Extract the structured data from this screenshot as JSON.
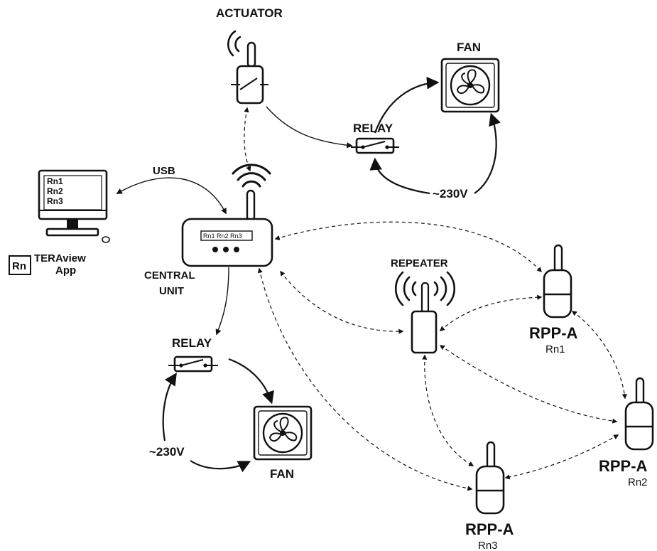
{
  "colors": {
    "ink": "#111111",
    "background": "#ffffff"
  },
  "labels": {
    "actuator": "ACTUATOR",
    "fan_top": "FAN",
    "relay_top": "RELAY",
    "voltage_top": "~230V",
    "usb": "USB",
    "central_unit_line1": "CENTRAL",
    "central_unit_line2": "UNIT",
    "app_line1": "TERAview",
    "app_line2": "App",
    "app_logo": "Rn",
    "repeater": "REPEATER",
    "relay_bottom": "RELAY",
    "voltage_bottom": "~230V",
    "fan_bottom": "FAN"
  },
  "computer_screen": [
    "Rn1",
    "Rn2",
    "Rn3"
  ],
  "central_unit_display": "Rn1 Rn2 Rn3",
  "sensors": [
    {
      "model": "RPP-A",
      "id": "Rn1"
    },
    {
      "model": "RPP-A",
      "id": "Rn2"
    },
    {
      "model": "RPP-A",
      "id": "Rn3"
    }
  ],
  "icons": [
    "wifi-signal-icon",
    "fan-icon",
    "relay-switch-icon",
    "computer-icon",
    "router-icon",
    "sensor-icon"
  ]
}
